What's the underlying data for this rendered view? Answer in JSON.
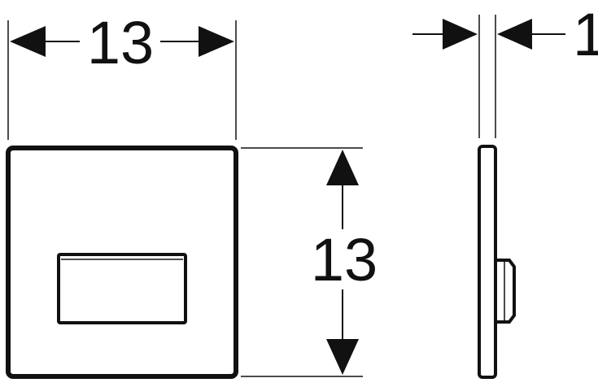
{
  "drawing": {
    "ink_color": "#111111",
    "background": "#ffffff"
  },
  "dimensions": {
    "front_width": "13",
    "front_height": "13",
    "side_thickness": "1"
  }
}
